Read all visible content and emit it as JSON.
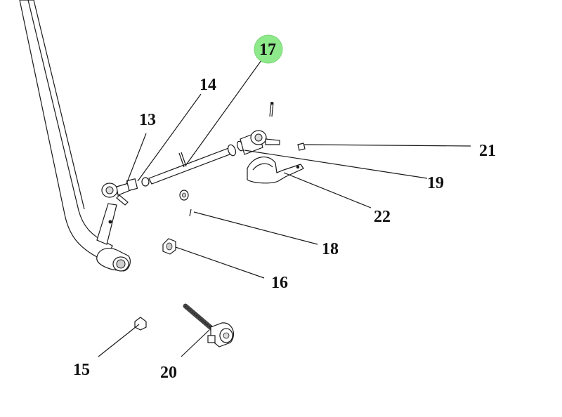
{
  "diagram": {
    "parts": [
      {
        "id": "part-13",
        "label": "13"
      },
      {
        "id": "part-14",
        "label": "14"
      },
      {
        "id": "part-15",
        "label": "15"
      },
      {
        "id": "part-16",
        "label": "16"
      },
      {
        "id": "part-17",
        "label": "17"
      },
      {
        "id": "part-18",
        "label": "18"
      },
      {
        "id": "part-19",
        "label": "19"
      },
      {
        "id": "part-20",
        "label": "20"
      },
      {
        "id": "part-21",
        "label": "21"
      },
      {
        "id": "part-22",
        "label": "22"
      }
    ],
    "highlighted_part": "17",
    "colors": {
      "highlight": "#8ee98a",
      "line": "#1a1a1a",
      "label": "#111111"
    }
  }
}
